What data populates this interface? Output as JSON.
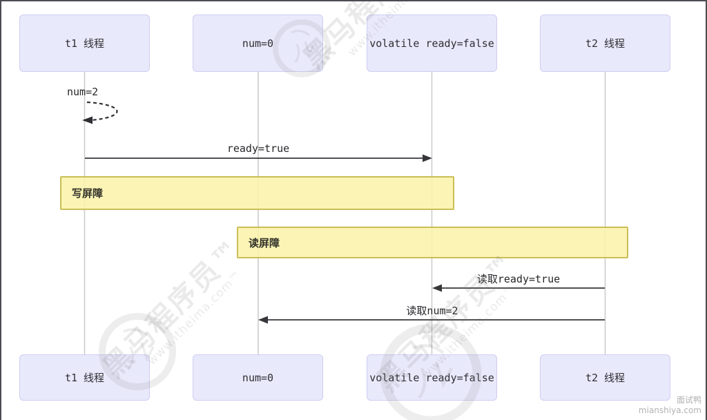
{
  "diagram": {
    "actors": [
      {
        "id": "t1",
        "label": "t1 线程"
      },
      {
        "id": "num",
        "label": "num=0"
      },
      {
        "id": "volatile",
        "label": "volatile ready=false"
      },
      {
        "id": "t2",
        "label": "t2 线程"
      }
    ],
    "self_message": {
      "on": "t1",
      "label": "num=2"
    },
    "messages": [
      {
        "from": "t1",
        "to": "volatile",
        "label": "ready=true"
      },
      {
        "from": "t2",
        "to": "volatile",
        "label": "读取ready=true"
      },
      {
        "from": "t2",
        "to": "num",
        "label": "读取num=2"
      }
    ],
    "barriers": [
      {
        "label": "写屏障",
        "spans": [
          "t1",
          "volatile"
        ]
      },
      {
        "label": "读屏障",
        "spans": [
          "num",
          "t2"
        ]
      }
    ]
  },
  "colors": {
    "actor_fill": "#e9e9fc",
    "actor_border": "#cdcdf0",
    "barrier_fill": "#f9f3ab",
    "barrier_border": "#cabe55",
    "arrow": "#37373b",
    "lifeline": "#c9c9c9"
  },
  "watermark": {
    "brand": "黑马程序员™",
    "url": "www.itheima.com™",
    "site_name": "面试鸭",
    "site_url": "mianshiya.com"
  }
}
